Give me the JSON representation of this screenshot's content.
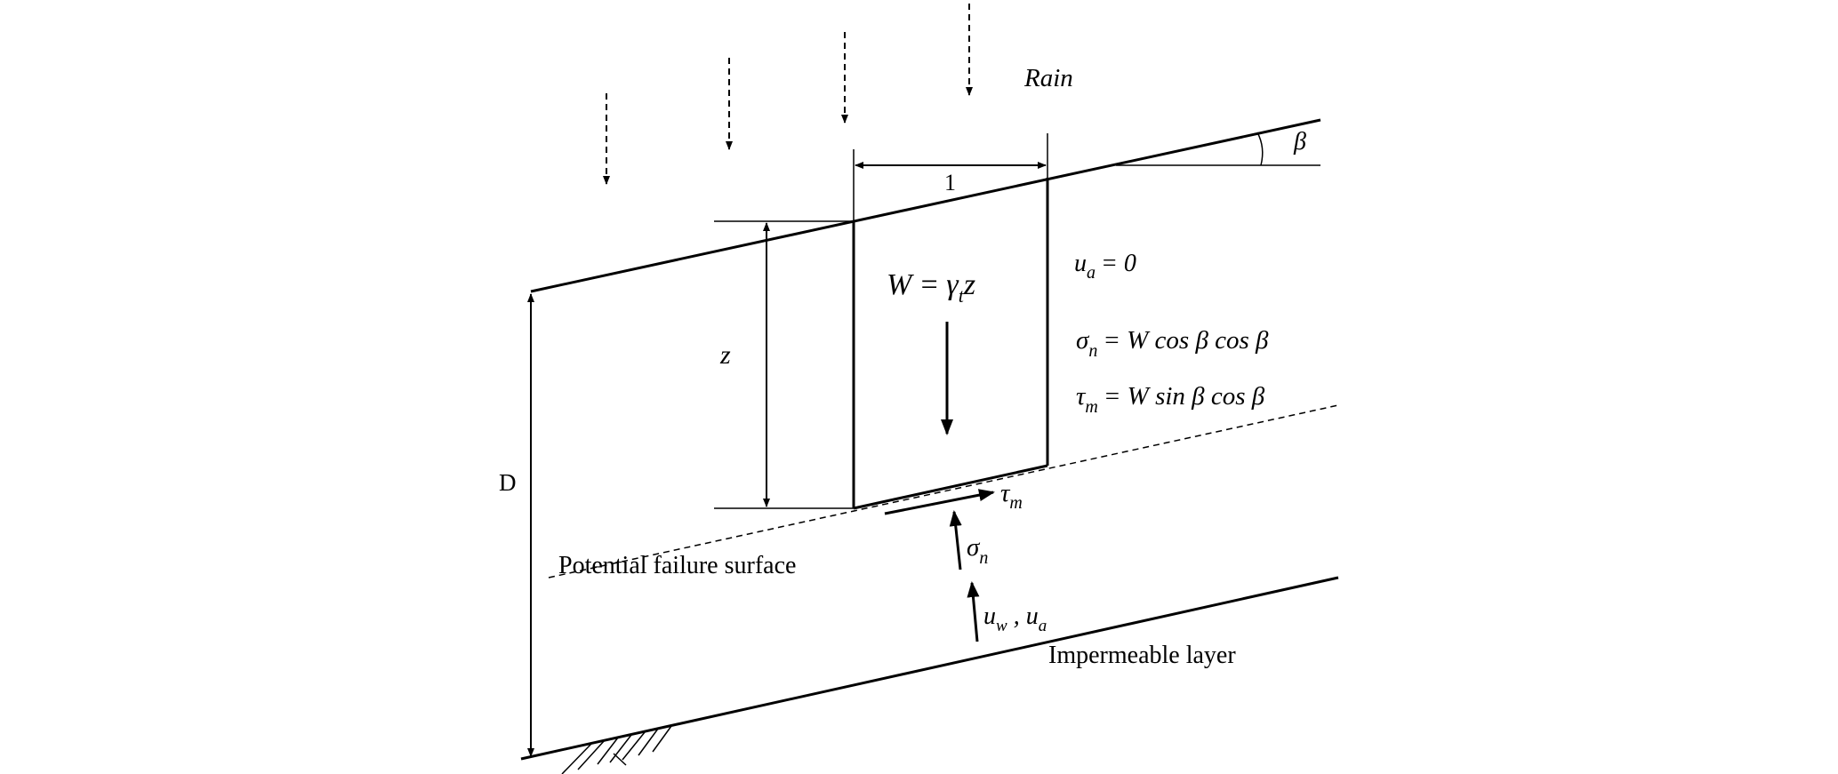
{
  "labels": {
    "rain": "Rain",
    "beta": "β",
    "unit_width": "1",
    "depth_z": "z",
    "depth_D": "D",
    "weight_lhs": "W",
    "weight_eq": "=",
    "weight_gamma": "γ",
    "weight_sub": "t",
    "weight_z": "z",
    "ua_sym": "u",
    "ua_sub": "a",
    "ua_rhs": "= 0",
    "sigma_eq_sym": "σ",
    "sigma_eq_sub": "n",
    "sigma_eq_rhs": "= W cos β cos β",
    "tau_eq_sym": "τ",
    "tau_eq_sub": "m",
    "tau_eq_rhs": "= W sin β cos β",
    "tau_arrow_sym": "τ",
    "tau_arrow_sub": "m",
    "sigma_arrow_sym": "σ",
    "sigma_arrow_sub": "n",
    "uw_sym": "u",
    "uw_sub": "w",
    "ua2_sep": " , u",
    "ua2_sub": "a",
    "failure_surface": "Potential failure surface",
    "impermeable_layer": "Impermeable layer"
  }
}
